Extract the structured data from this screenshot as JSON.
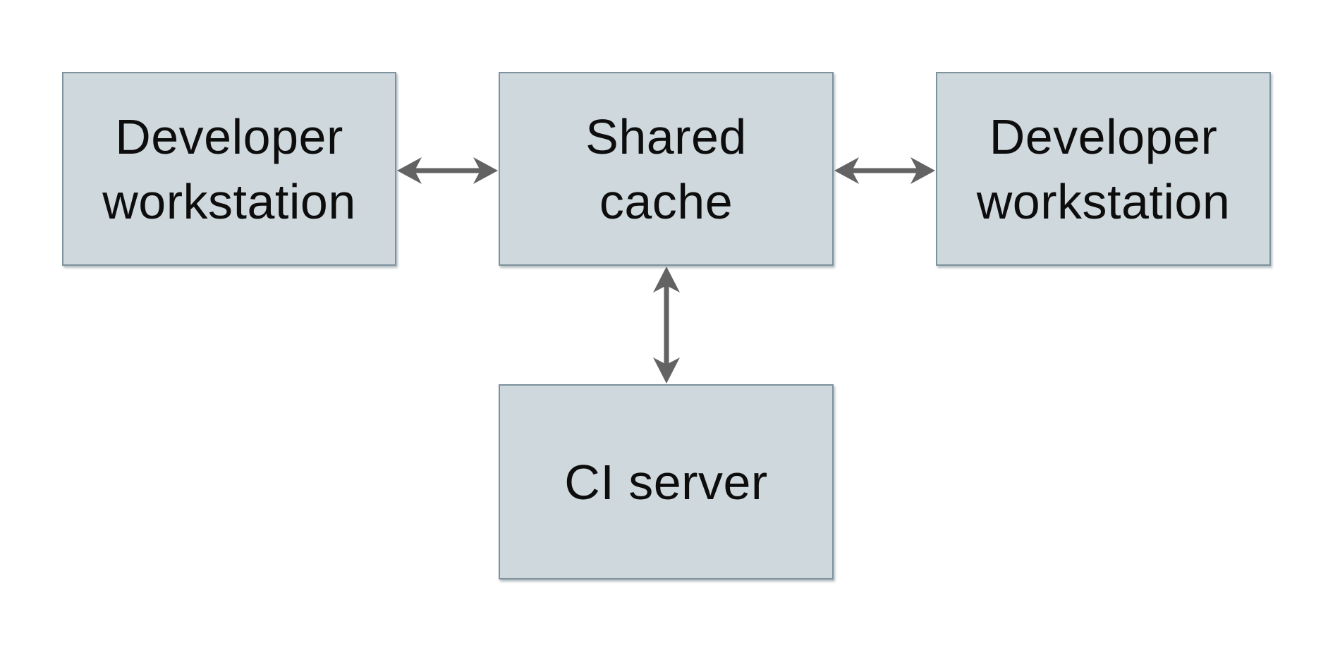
{
  "diagram": {
    "type": "architecture-diagram",
    "nodes": {
      "dev_left": {
        "line1": "Developer",
        "line2": "workstation"
      },
      "shared_cache": {
        "line1": "Shared",
        "line2": "cache"
      },
      "dev_right": {
        "line1": "Developer",
        "line2": "workstation"
      },
      "ci_server": {
        "line1": "CI server"
      }
    },
    "edges": [
      {
        "from": "Developer workstation (left)",
        "to": "Shared cache",
        "direction": "bidirectional"
      },
      {
        "from": "Shared cache",
        "to": "Developer workstation (right)",
        "direction": "bidirectional"
      },
      {
        "from": "Shared cache",
        "to": "CI server",
        "direction": "bidirectional"
      }
    ],
    "colors": {
      "node_fill": "#cfd8dc",
      "node_border": "#7e929d",
      "node_shadow": "rgba(96,115,124,0.45)",
      "arrow": "#636363",
      "text": "#0d0d0d",
      "background": "#ffffff"
    }
  }
}
